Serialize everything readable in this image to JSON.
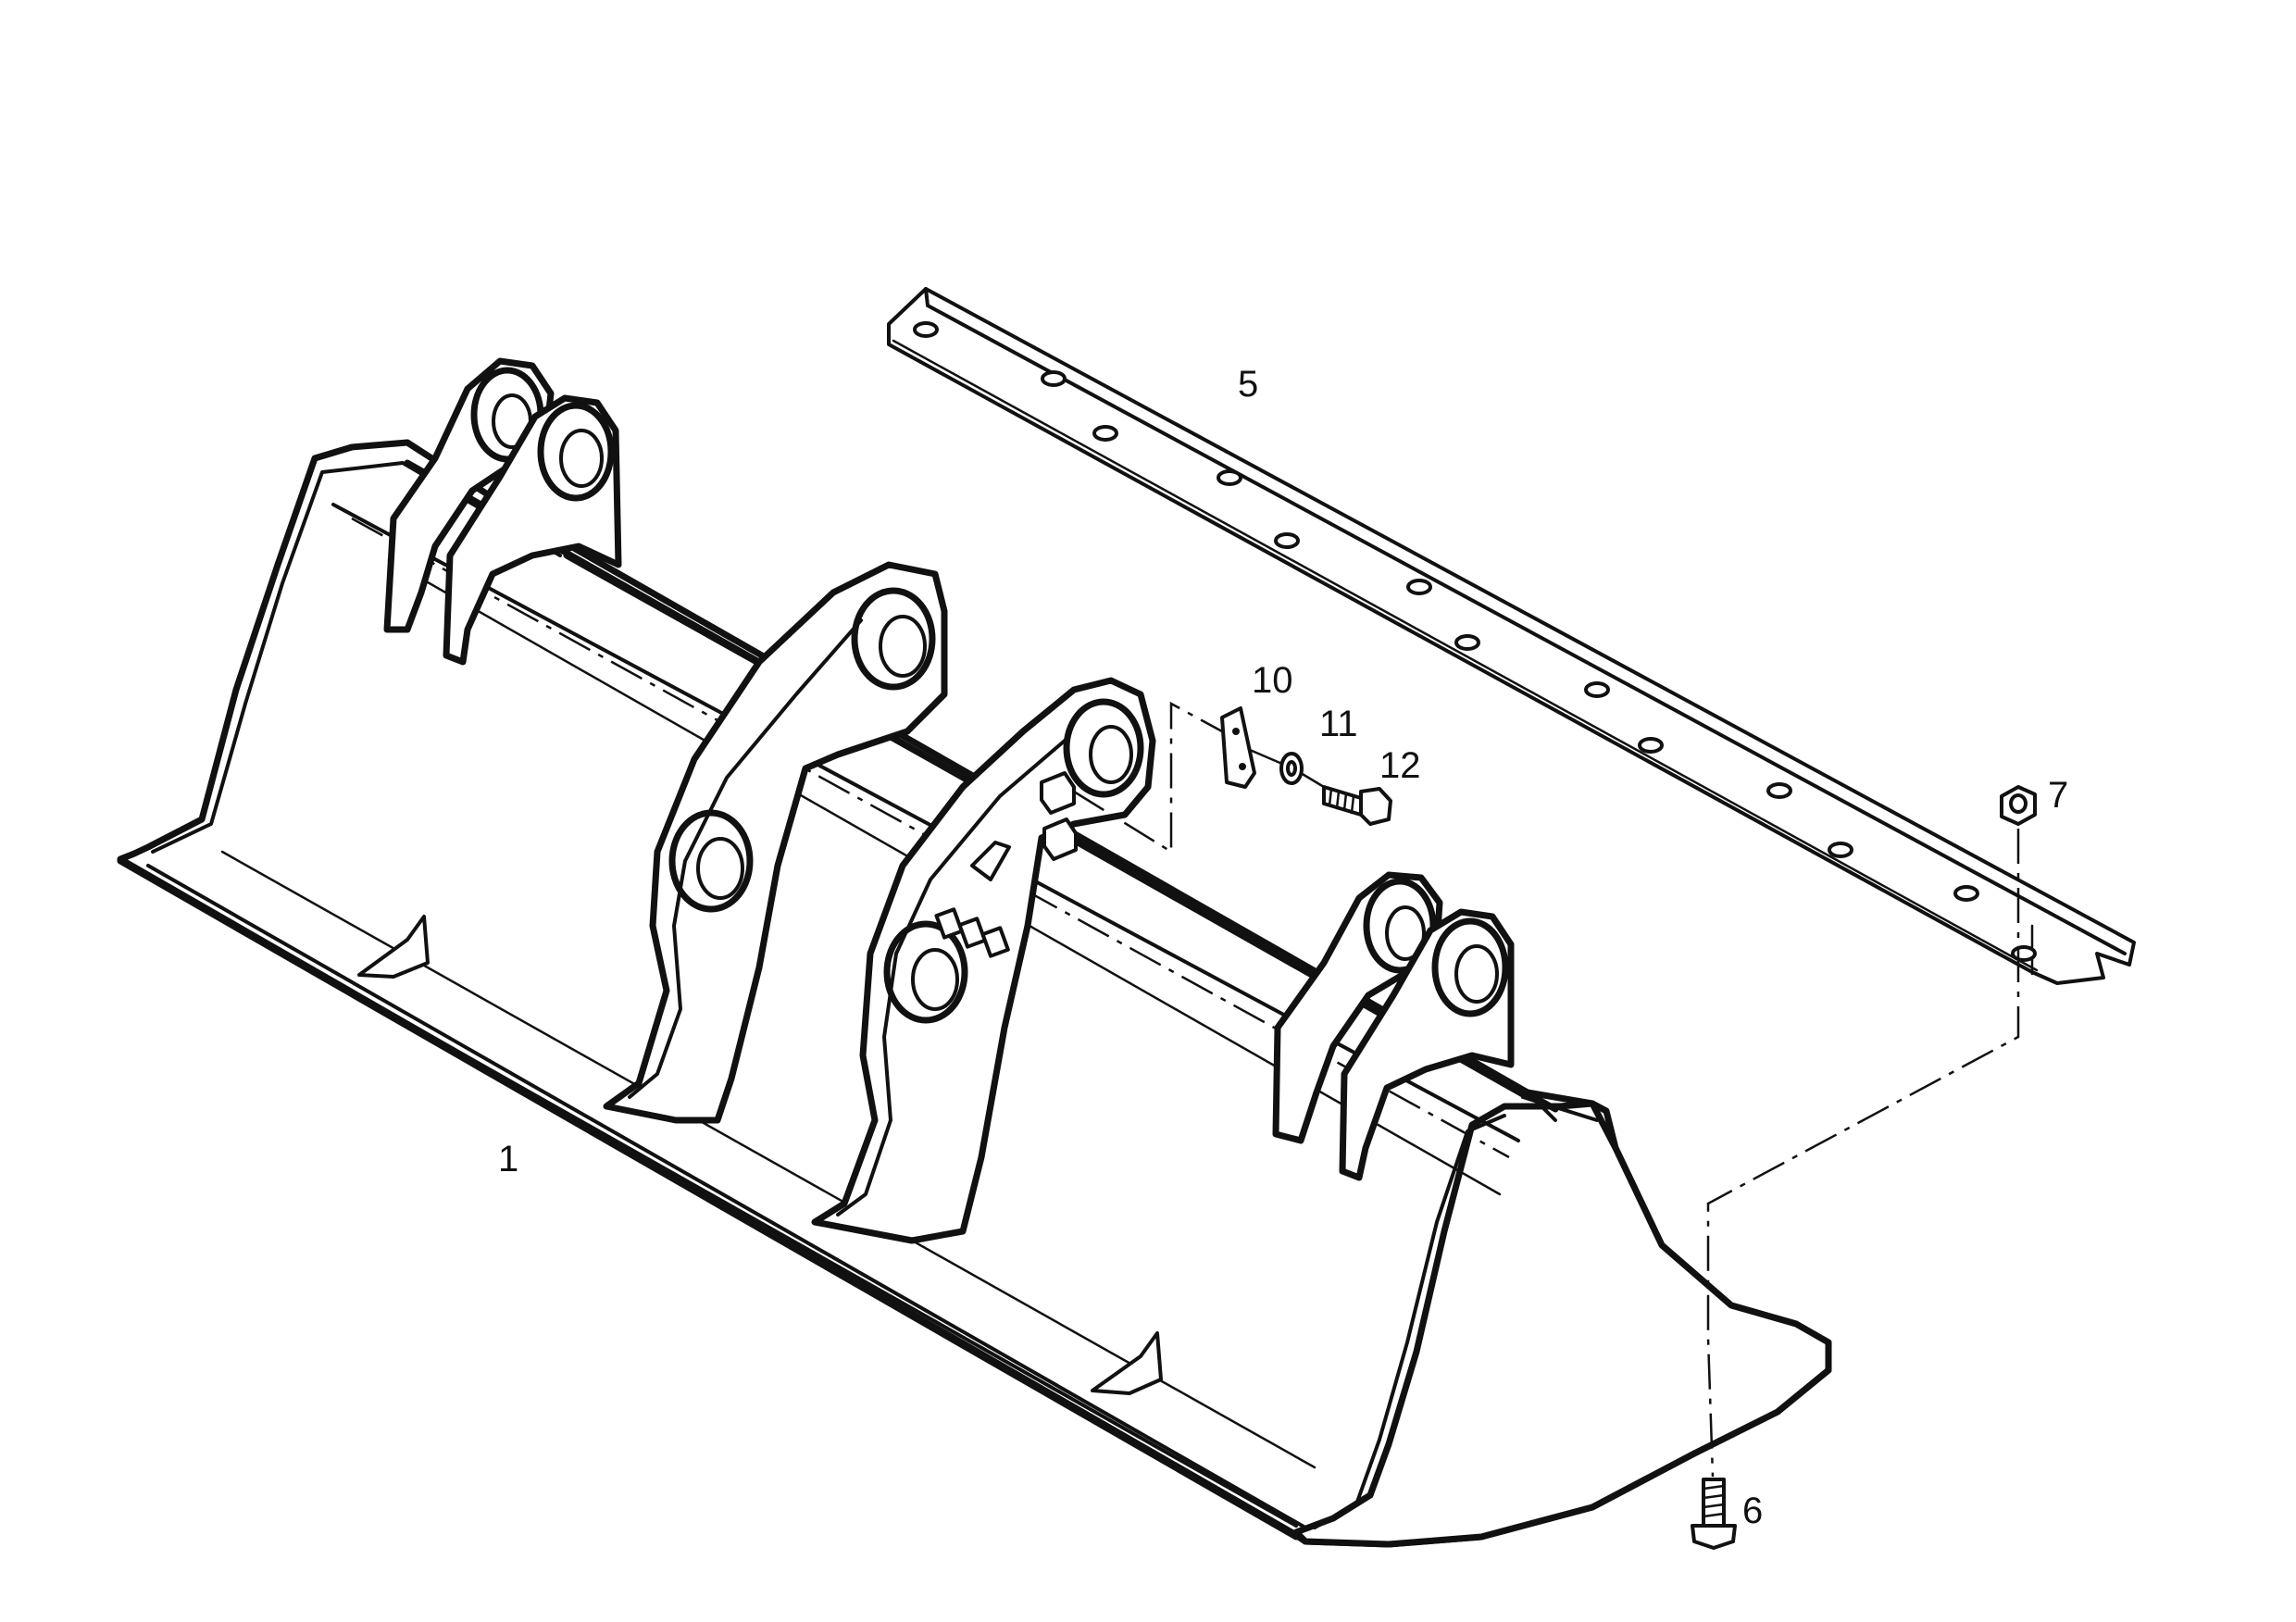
{
  "diagram": {
    "callouts": [
      {
        "id": "1",
        "label": "1"
      },
      {
        "id": "5",
        "label": "5"
      },
      {
        "id": "6",
        "label": "6"
      },
      {
        "id": "7",
        "label": "7"
      },
      {
        "id": "10",
        "label": "10"
      },
      {
        "id": "11",
        "label": "11"
      },
      {
        "id": "12",
        "label": "12"
      }
    ],
    "parts": [
      {
        "callout": "1",
        "icon": "bucket-icon"
      },
      {
        "callout": "5",
        "icon": "cutting-edge-icon"
      },
      {
        "callout": "6",
        "icon": "bolt-icon"
      },
      {
        "callout": "7",
        "icon": "nut-icon"
      },
      {
        "callout": "10",
        "icon": "clip-icon"
      },
      {
        "callout": "11",
        "icon": "washer-icon"
      },
      {
        "callout": "12",
        "icon": "screw-icon"
      }
    ]
  }
}
